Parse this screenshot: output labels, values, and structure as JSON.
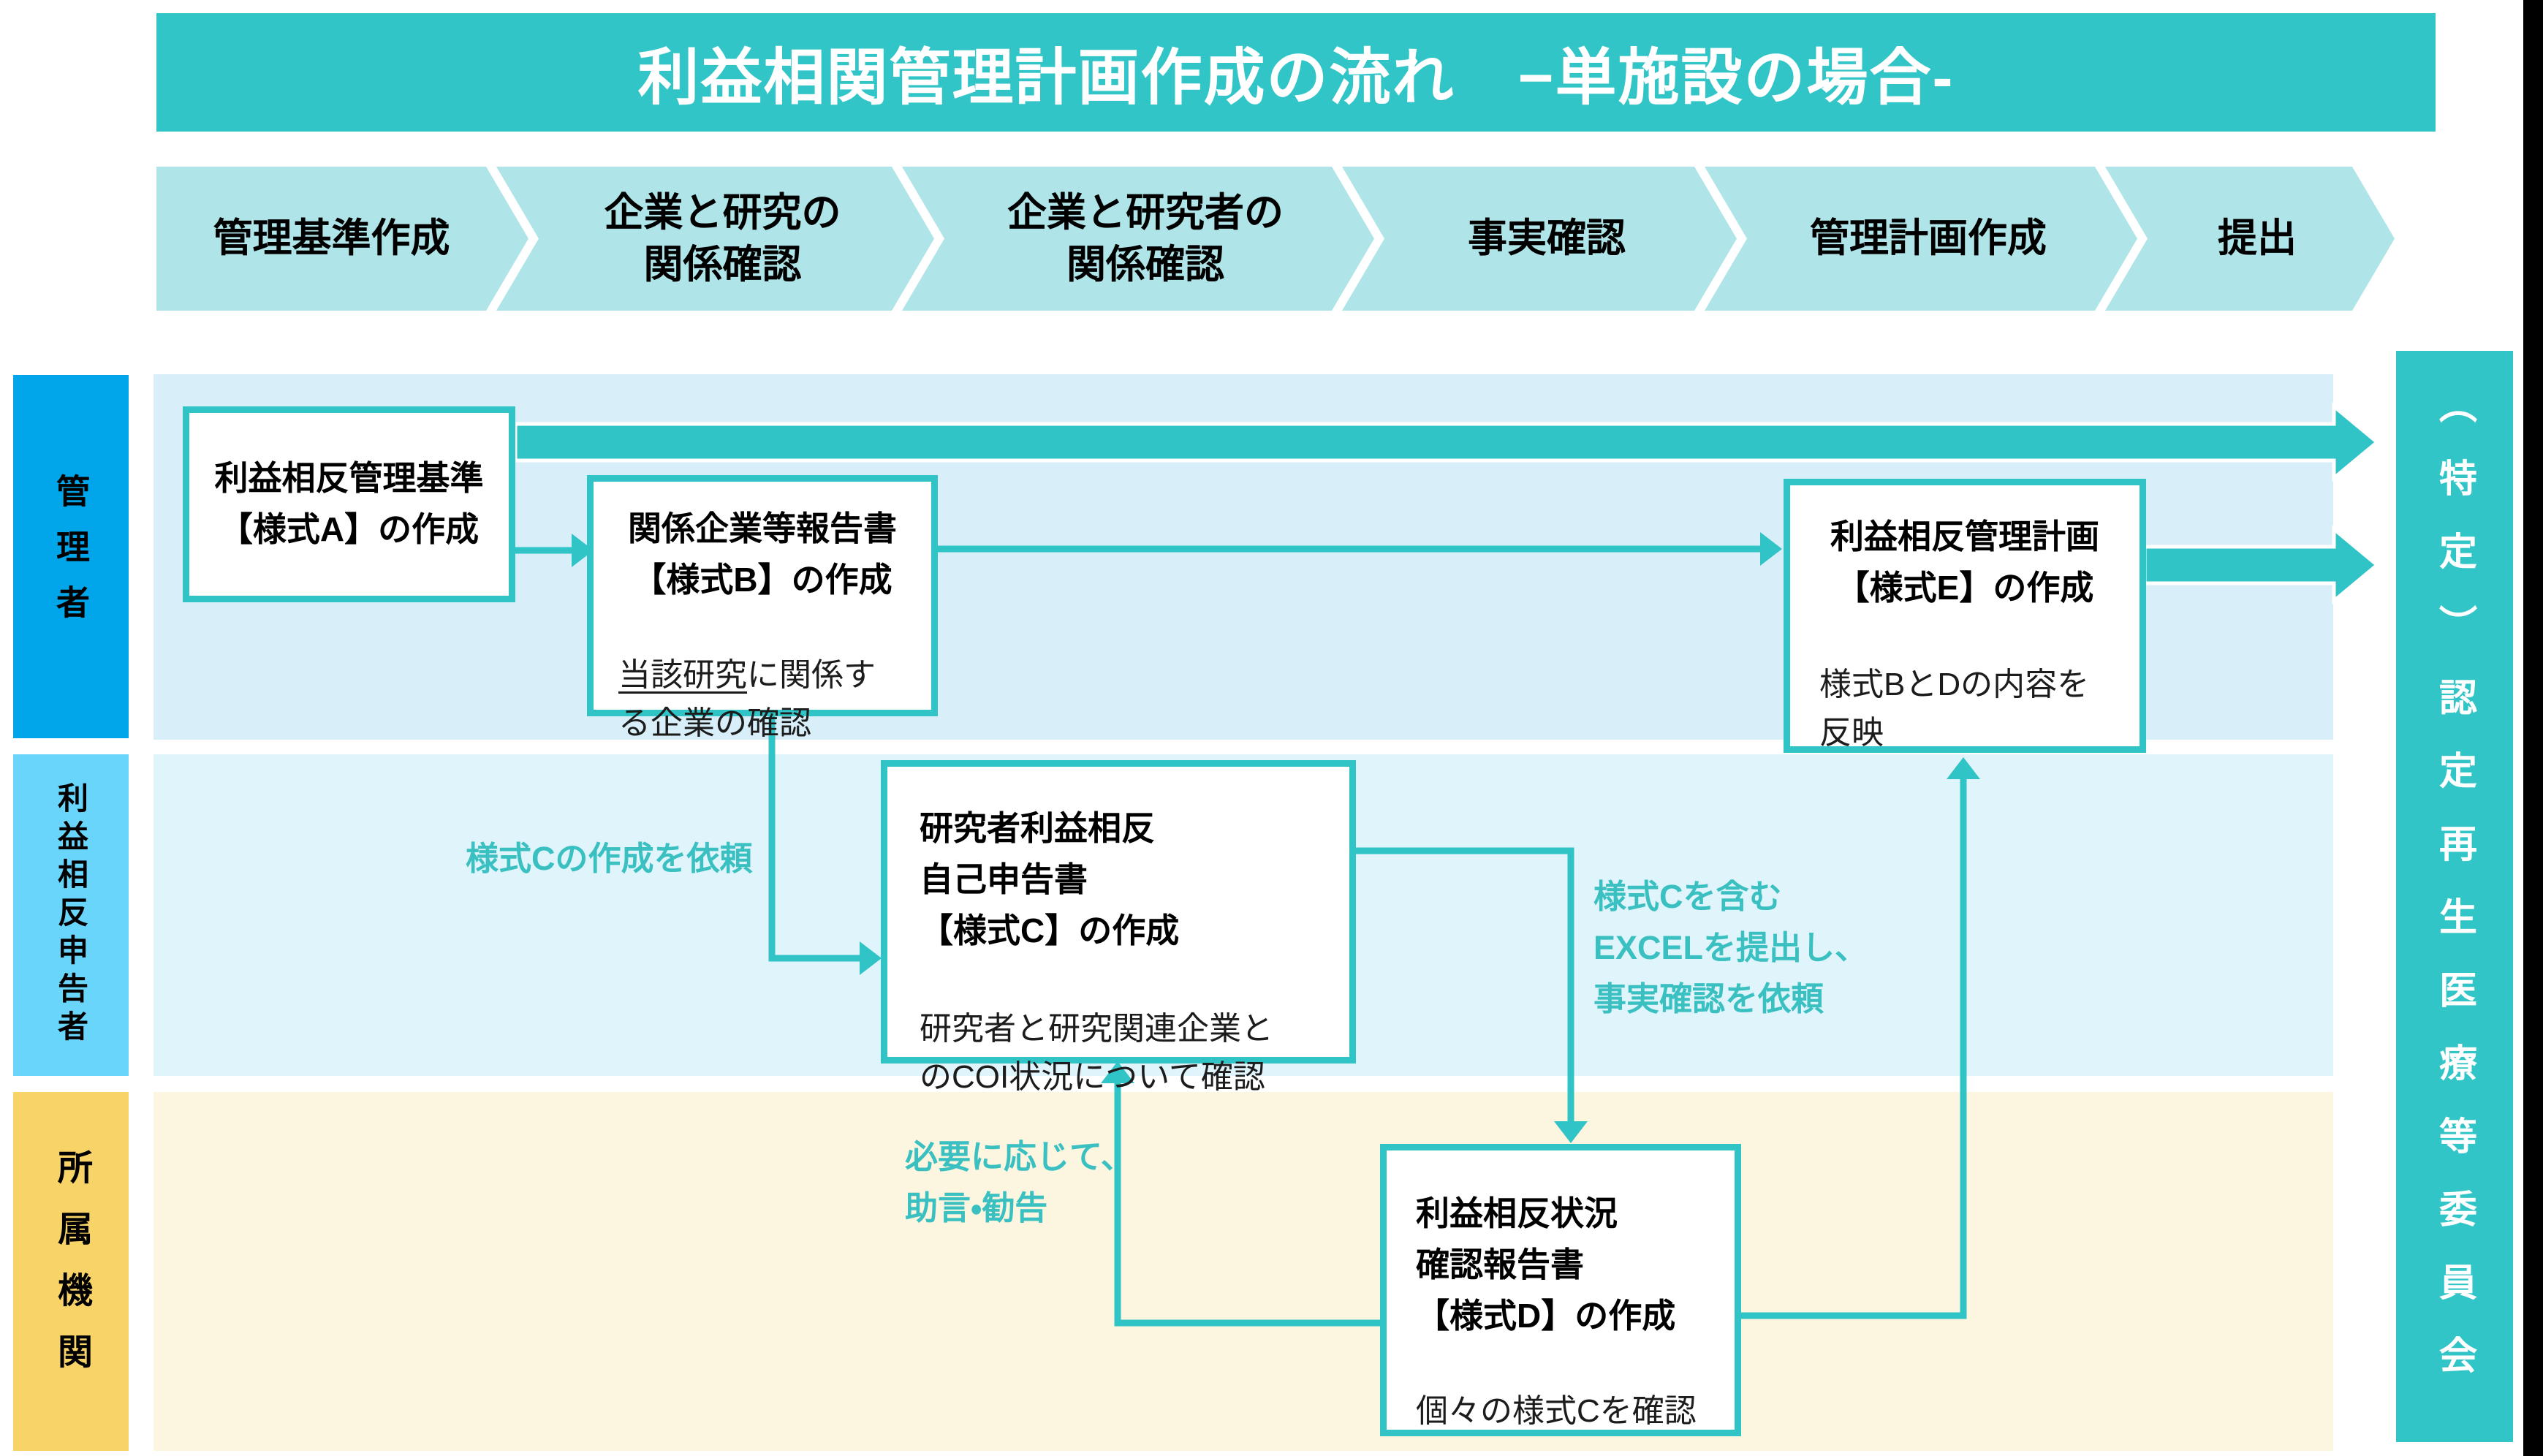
{
  "header": {
    "title": "利益相関管理計画作成の流れ　−単施設の場合-"
  },
  "steps": [
    {
      "label": "管理基準作成"
    },
    {
      "label": "企業と研究の\n関係確認"
    },
    {
      "label": "企業と研究者の\n関係確認"
    },
    {
      "label": "事実確認"
    },
    {
      "label": "管理計画作成"
    },
    {
      "label": "提出"
    }
  ],
  "lanes": [
    {
      "label": "管理者"
    },
    {
      "label": "利益相反申告者"
    },
    {
      "label": "所属機関"
    }
  ],
  "committee": {
    "label": "（特定）認定再生医療等委員会"
  },
  "boxes": {
    "a": {
      "title": "利益相反管理基準\n【様式A】の作成"
    },
    "b": {
      "title": "関係企業等報告書\n【様式B】の作成",
      "note_underlined": "当該研究",
      "note_rest": "に関係す\nる企業の確認"
    },
    "c": {
      "title": "研究者利益相反\n自己申告書\n【様式C】の作成",
      "note": "研究者と研究関連企業と\nのCOI状況について確認"
    },
    "d": {
      "title": "利益相反状況\n確認報告書\n【様式D】の作成",
      "note": "個々の様式Cを確認"
    },
    "e": {
      "title": "利益相反管理計画\n【様式E】の作成",
      "note": "様式BとDの内容を\n反映"
    }
  },
  "annotations": {
    "request_c": "様式Cの作成を依頼",
    "submit_excel": "様式Cを含む\nEXCELを提出し、\n事実確認を依頼",
    "advice": "必要に応じて、\n助言・勧告"
  },
  "colors": {
    "teal": "#31C5C7",
    "chevron_fill": "#AFE5E8",
    "row_manager": "#D8EEF9",
    "row_declarer": "#E0F4FC",
    "row_institution": "#FCF5DF",
    "lane_manager": "#00A6E9",
    "lane_declarer": "#69D5FB",
    "lane_institution": "#F8D367",
    "annotation_text": "#3AC0C1"
  }
}
